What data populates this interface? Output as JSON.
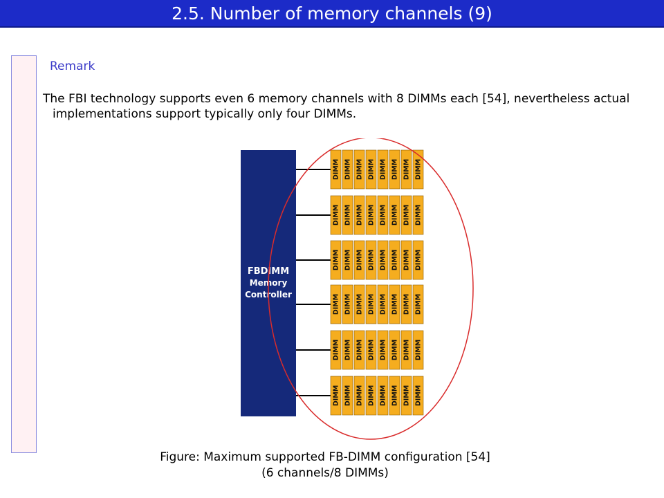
{
  "slide": {
    "title": "2.5.  Number of memory channels (9)",
    "remark": "Remark",
    "body_text": "The FBI technology supports even 6 memory channels with 8 DIMMs each [54], nevertheless actual implementations support typically only four DIMMs."
  },
  "diagram": {
    "controller_lines": [
      "FBDIMM",
      "Memory",
      "Controller"
    ],
    "dimm_label": "DIMM",
    "channels": 6,
    "dimms_per_channel": 8,
    "colors": {
      "controller": "#15297a",
      "dimm": "#f5ad1f",
      "ellipse": "#d92b2b"
    }
  },
  "caption": {
    "line1": "Figure: Maximum supported FB-DIMM configuration [54]",
    "line2": "(6 channels/8 DIMMs)"
  }
}
